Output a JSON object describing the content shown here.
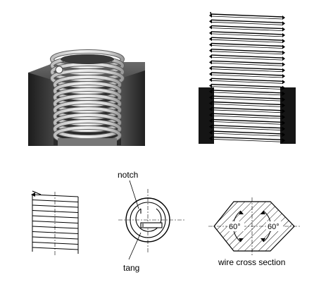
{
  "labels": {
    "notch": "notch",
    "tang": "tang",
    "wire_cross_section": "wire cross section",
    "angle_left": "60°",
    "angle_right": "60°"
  },
  "colors": {
    "background": "#ffffff",
    "block_dark": "#3a3a3a",
    "coil_light": "#e3e3e3",
    "line": "#000000"
  }
}
